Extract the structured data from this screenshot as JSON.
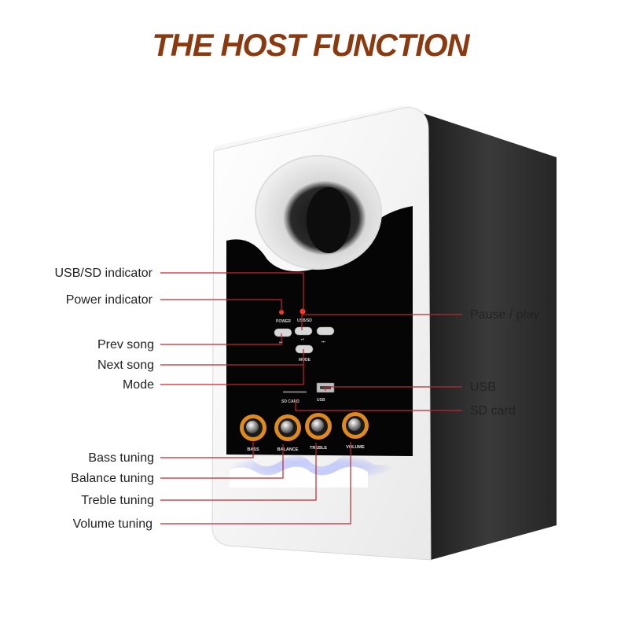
{
  "title": "THE HOST FUNCTION",
  "panel": {
    "power_label": "POWER",
    "usbsd_label": "USB/SD",
    "mode_label": "MODE",
    "sdcard_label": "SD CARD",
    "usb_port_label": "USB"
  },
  "knobs": [
    {
      "label": "BASS"
    },
    {
      "label": "BALANCE"
    },
    {
      "label": "TREBLE"
    },
    {
      "label": "VOLUME"
    }
  ],
  "callouts_left": [
    {
      "label": "USB/SD indicator"
    },
    {
      "label": "Power indicator"
    },
    {
      "label": "Prev song"
    },
    {
      "label": "Next song"
    },
    {
      "label": "Mode"
    },
    {
      "label": "Bass tuning"
    },
    {
      "label": "Balance tuning"
    },
    {
      "label": "Treble tuning"
    },
    {
      "label": "Volume tuning"
    }
  ],
  "callouts_right": [
    {
      "label": "Pause / play"
    },
    {
      "label": "USB"
    },
    {
      "label": "SD card"
    }
  ],
  "colors": {
    "title": "#8b3a10",
    "leader_line": "#c0262d",
    "panel": "#0a0a0a",
    "cabinet_side": "#2a2a2a",
    "knob_ring": "#e08a1e"
  }
}
